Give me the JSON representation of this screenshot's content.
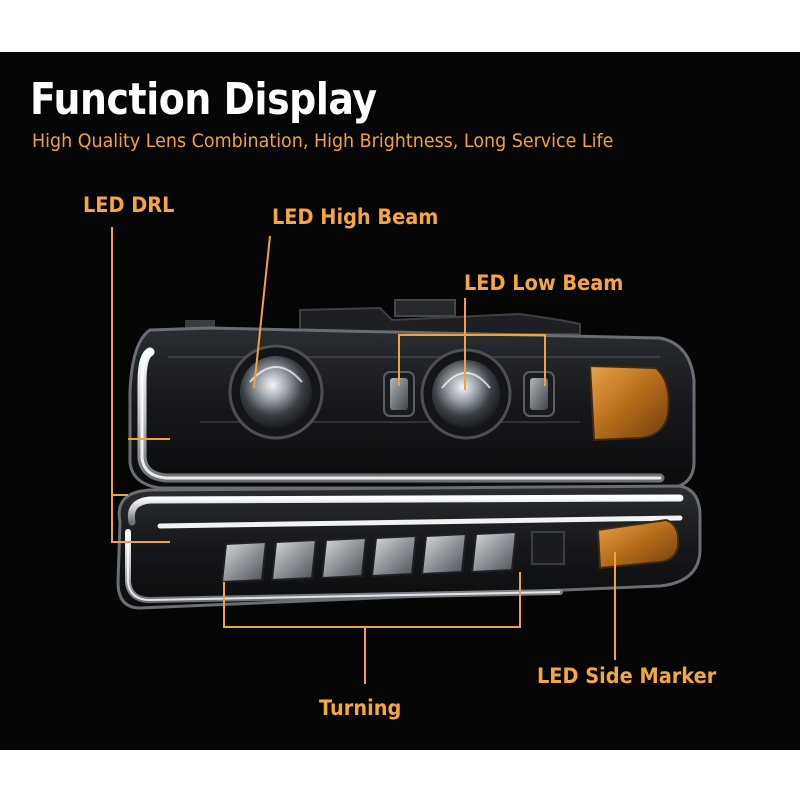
{
  "header": {
    "title": "Function Display",
    "subtitle": "High Quality Lens Combination, High Brightness, Long Service Life"
  },
  "callouts": {
    "drl": "LED DRL",
    "high_beam": "LED High Beam",
    "low_beam": "LED Low Beam",
    "side_marker": "LED Side Marker",
    "turning": "Turning"
  },
  "colors": {
    "background": "#050505",
    "accent": "#f5a640",
    "title": "#ffffff",
    "amber_lens": "#c27a22",
    "chrome": "#e6e6e6"
  }
}
